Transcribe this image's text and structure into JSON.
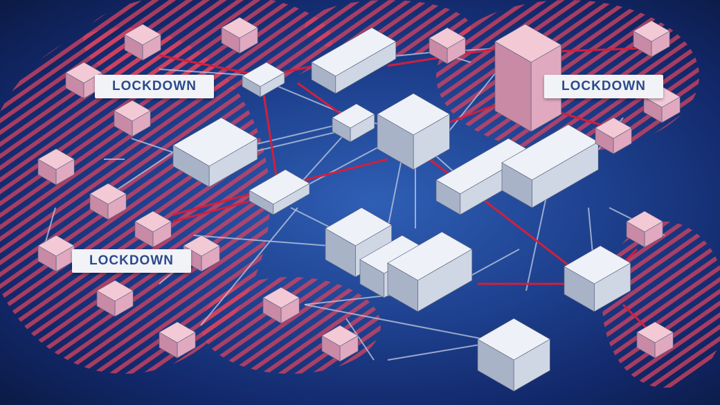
{
  "graphic": {
    "labels": [
      "LOCKDOWN",
      "LOCKDOWN",
      "LOCKDOWN"
    ],
    "colors": {
      "background": "#1d3f8c",
      "lockdown_stripe": "#d9425e",
      "normal_link": "#b9c4dc",
      "lockdown_link": "#d21f3c",
      "label_text": "#2b4a8c",
      "label_bg": "#f1f3f7"
    }
  }
}
